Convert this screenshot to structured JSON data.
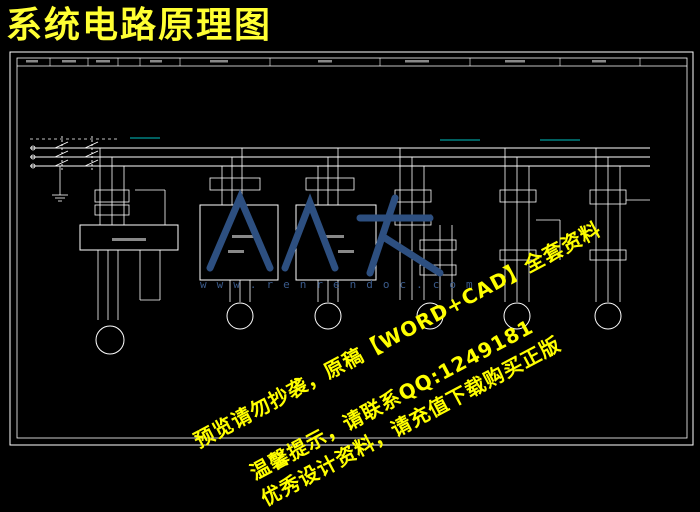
{
  "page_title": "系统电路原理图",
  "watermark": {
    "line1": "预览请勿抄袭，原稿【WORD+CAD】全套资料",
    "line2": "温馨提示，请联系QQ:1249181",
    "line3": "优秀设计资料，请充值下载购买正版",
    "site": "www.renrendoc.com"
  },
  "colors": {
    "background": "#000000",
    "title": "#ffff33",
    "frame": "#ffffff",
    "phase_line": "#ffffff",
    "accent": "#00ffff",
    "watermark": "#ffff00"
  }
}
